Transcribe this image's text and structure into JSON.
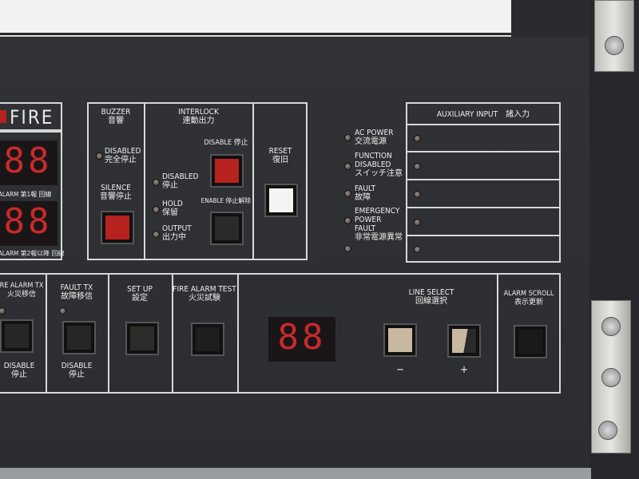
{
  "fire_box": {
    "title": "FIRE",
    "display1": "88",
    "label1": "ALARM 第1報 回線",
    "display2": "88",
    "label2": "ALARM 第2報以降 回線"
  },
  "buzzer": {
    "title": "BUZZER",
    "title_jp": "音響",
    "disabled": "DISABLED",
    "disabled_jp": "完全停止",
    "silence": "SILENCE",
    "silence_jp": "音響停止"
  },
  "interlock": {
    "title": "INTERLOCK",
    "title_jp": "連動出力",
    "disable_btn": "DISABLE 停止",
    "enable_btn": "ENABLE 停止解除",
    "leds": [
      {
        "en": "DISABLED",
        "jp": "停止"
      },
      {
        "en": "HOLD",
        "jp": "保留"
      },
      {
        "en": "OUTPUT",
        "jp": "出力中"
      }
    ]
  },
  "reset": {
    "label": "RESET",
    "label_jp": "復旧"
  },
  "status_leds": [
    {
      "en": "AC POWER",
      "jp": "交流電源"
    },
    {
      "en": "FUNCTION DISABLED",
      "jp": "スイッチ注意"
    },
    {
      "en": "FAULT",
      "jp": "故障"
    },
    {
      "en": "EMERGENCY POWER FAULT",
      "jp": "非常電源異常"
    },
    {
      "en": "",
      "jp": ""
    }
  ],
  "aux": {
    "title": "AUXILIARY INPUT　諸入力"
  },
  "bottom": {
    "fire_tx": {
      "en": "RE ALARM TX",
      "jp": "火災移信",
      "sub": "DISABLE",
      "sub_jp": "停止"
    },
    "fault_tx": {
      "en": "FAULT TX",
      "jp": "故障移信",
      "sub": "DISABLE",
      "sub_jp": "停止"
    },
    "setup": {
      "en": "SET UP",
      "jp": "設定"
    },
    "test": {
      "en": "FIRE ALARM TEST",
      "jp": "火災試験"
    },
    "line": {
      "en": "LINE SELECT",
      "jp": "回線選択",
      "display": "88",
      "minus": "−",
      "plus": "+"
    },
    "scroll": {
      "en": "ALARM SCROLL",
      "jp": "表示更新"
    }
  },
  "colors": {
    "panel": "#2f3135",
    "led_red": "#c82a2a",
    "button_red": "#b8221e"
  }
}
